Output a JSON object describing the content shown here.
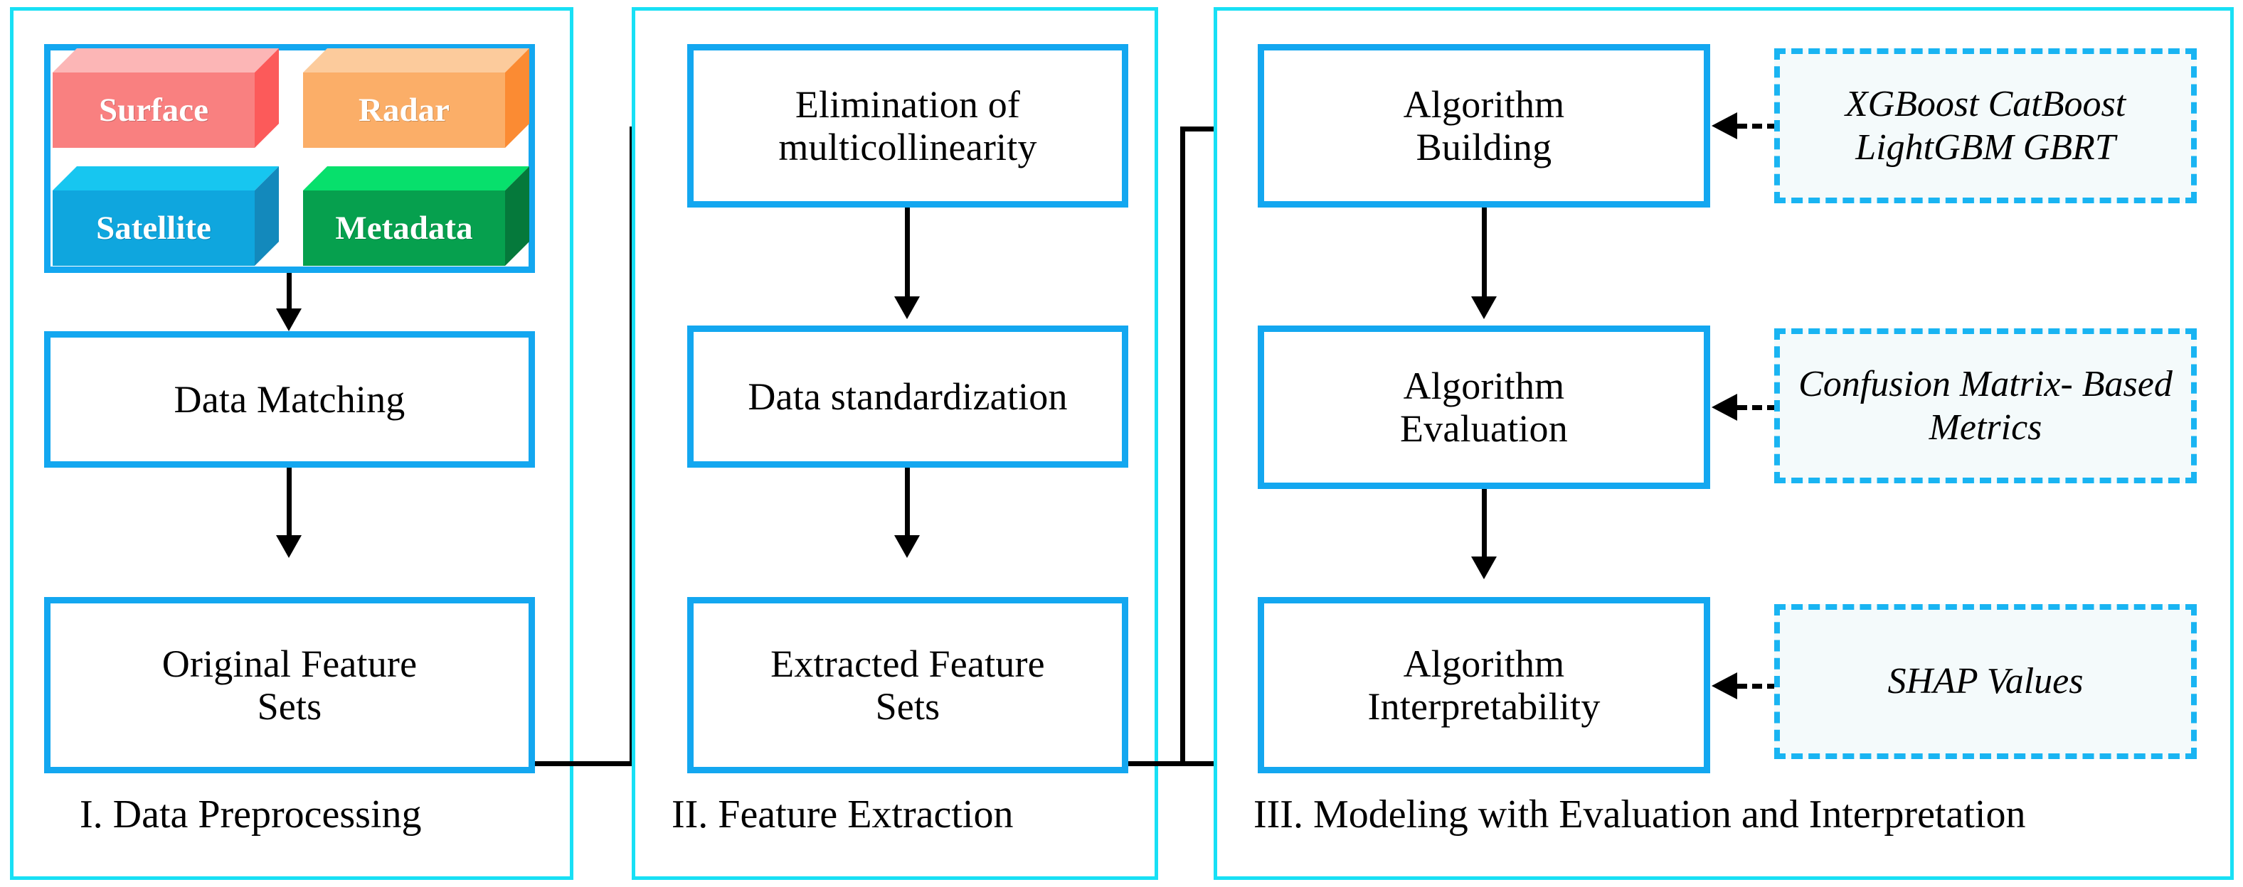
{
  "colors": {
    "stage_border": "#18E0F5",
    "box_border": "#13A7F0",
    "dashed_border": "#19B4F2",
    "dashed_fill": "#F4FAFB",
    "arrow": "#000000",
    "surface_front": "#F98080",
    "surface_top": "#FCB6B6",
    "surface_side": "#FC5A5A",
    "radar_front": "#FBAE68",
    "radar_top": "#FCCB9C",
    "radar_side": "#FB8B33",
    "satellite_front": "#0FA6DE",
    "satellite_top": "#17C6F0",
    "satellite_side": "#1389BC",
    "metadata_front": "#06A04E",
    "metadata_top": "#07E06C",
    "metadata_side": "#05793B"
  },
  "stages": [
    {
      "id": "stage-1",
      "caption": "I. Data Preprocessing",
      "sources": [
        {
          "label": "Surface",
          "key": "surface"
        },
        {
          "label": "Radar",
          "key": "radar"
        },
        {
          "label": "Satellite",
          "key": "satellite"
        },
        {
          "label": "Metadata",
          "key": "metadata"
        }
      ],
      "boxes": [
        {
          "id": "data-matching",
          "lines": [
            "Data Matching"
          ]
        },
        {
          "id": "original-feature-sets",
          "lines": [
            "Original Feature",
            "Sets"
          ]
        }
      ]
    },
    {
      "id": "stage-2",
      "caption": "II. Feature Extraction",
      "boxes": [
        {
          "id": "elimination-of-multicollinearity",
          "lines": [
            "Elimination of",
            "multicollinearity"
          ]
        },
        {
          "id": "data-standardization",
          "lines": [
            "Data standardization"
          ]
        },
        {
          "id": "extracted-feature-sets",
          "lines": [
            "Extracted Feature",
            "Sets"
          ]
        }
      ]
    },
    {
      "id": "stage-3",
      "caption": "III. Modeling with Evaluation and Interpretation",
      "boxes": [
        {
          "id": "algorithm-building",
          "lines": [
            "Algorithm",
            "Building"
          ]
        },
        {
          "id": "algorithm-evaluation",
          "lines": [
            "Algorithm",
            "Evaluation"
          ]
        },
        {
          "id": "algorithm-interpretability",
          "lines": [
            "Algorithm",
            "Interpretability"
          ]
        }
      ],
      "annotations": [
        {
          "id": "annotation-algorithms",
          "lines": [
            "XGBoost  CatBoost",
            "LightGBM GBRT"
          ]
        },
        {
          "id": "annotation-metrics",
          "lines": [
            "Confusion Matrix-",
            "Based Metrics"
          ]
        },
        {
          "id": "annotation-shap",
          "lines": [
            "SHAP Values"
          ]
        }
      ]
    }
  ]
}
